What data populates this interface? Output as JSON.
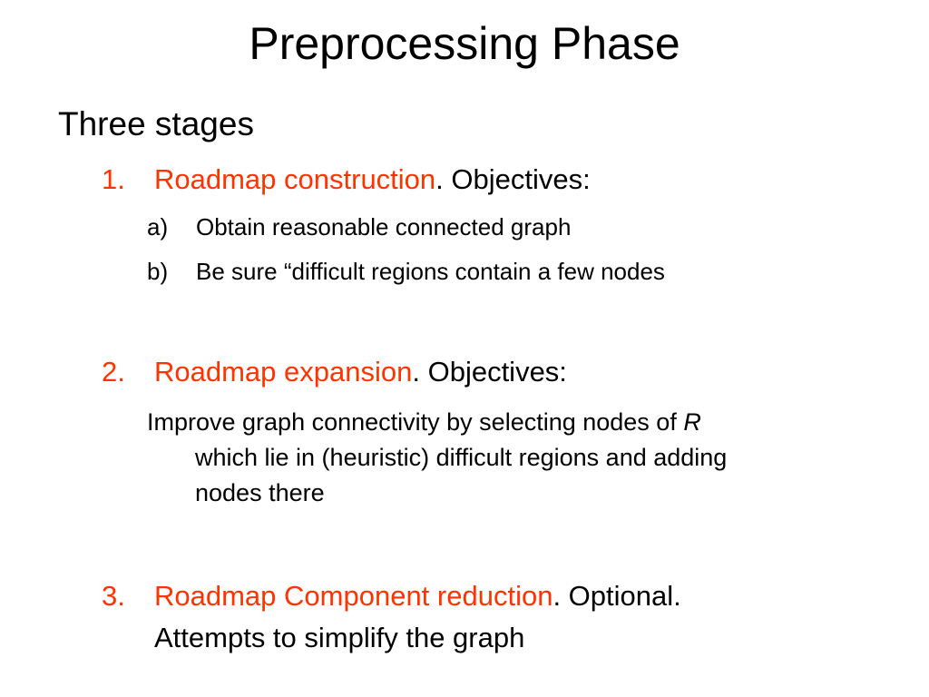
{
  "slide": {
    "title": "Preprocessing Phase",
    "intro": "Three stages",
    "stages": [
      {
        "number": "1.",
        "highlight": "Roadmap construction",
        "rest": ". Objectives:",
        "items": [
          {
            "marker": "a)",
            "text": "Obtain reasonable connected graph"
          },
          {
            "marker": "b)",
            "text": "Be sure “difficult regions contain a few nodes"
          }
        ]
      },
      {
        "number": "2.",
        "highlight": "Roadmap expansion",
        "rest": ". Objectives:",
        "description": {
          "line1_text": "Improve graph connectivity by selecting nodes of ",
          "line1_var": "R",
          "line2": "which lie in (heuristic) difficult regions and adding",
          "line3": "nodes there"
        }
      },
      {
        "number": "3.",
        "highlight": "Roadmap Component reduction",
        "rest": ". Optional.",
        "continuation": "Attempts to simplify the graph"
      }
    ],
    "colors": {
      "accent": "#ff3300",
      "text": "#000000",
      "background": "#ffffff"
    }
  }
}
